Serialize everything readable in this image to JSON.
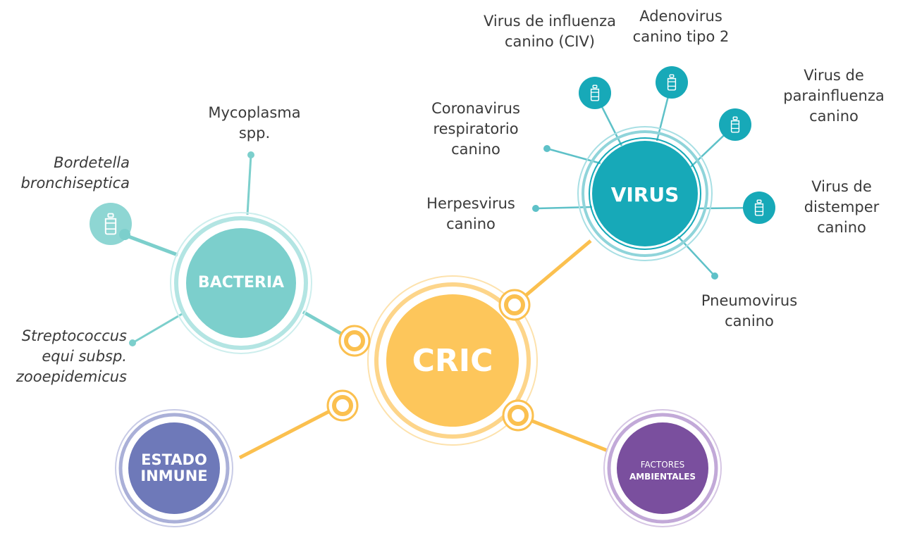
{
  "center": {
    "label": "CRIC",
    "color": "#fdc65b"
  },
  "bacteria": {
    "label": "BACTERIA",
    "color": "#7ccfcc"
  },
  "virus": {
    "label": "VIRUS",
    "color": "#17a9b8"
  },
  "immune": {
    "line1": "ESTADO",
    "line2": "INMUNE",
    "color": "#6e79b9"
  },
  "environment": {
    "line1": "FACTORES",
    "line2": "AMBIENTALES",
    "color": "#7a4f9e"
  },
  "bacteria_agents": {
    "mycoplasma": {
      "line1": "Mycoplasma",
      "line2": "spp."
    },
    "bordetella": {
      "line1": "Bordetella",
      "line2": "bronchiseptica"
    },
    "streptococcus": {
      "line1": "Streptococcus",
      "line2": "equi subsp.",
      "line3": "zooepidemicus"
    }
  },
  "virus_agents": {
    "influenza": {
      "line1": "Virus de influenza",
      "line2": "canino (CIV)"
    },
    "adenovirus": {
      "line1": "Adenovirus",
      "line2": "canino tipo 2"
    },
    "parainfluenza": {
      "line1": "Virus de",
      "line2": "parainfluenza",
      "line3": "canino"
    },
    "coronavirus": {
      "line1": "Coronavirus",
      "line2": "respiratorio",
      "line3": "canino"
    },
    "herpesvirus": {
      "line1": "Herpesvirus",
      "line2": "canino"
    },
    "distemper": {
      "line1": "Virus de",
      "line2": "distemper",
      "line3": "canino"
    },
    "pneumovirus": {
      "line1": "Pneumovirus",
      "line2": "canino"
    }
  },
  "icons": {
    "vaccine": "vaccine-vial-icon"
  },
  "colors": {
    "connector": "#fbc04f",
    "text": "#3a3a3a",
    "bacteria_line": "#7ccfcc",
    "virus_line": "#5ec1c8"
  }
}
